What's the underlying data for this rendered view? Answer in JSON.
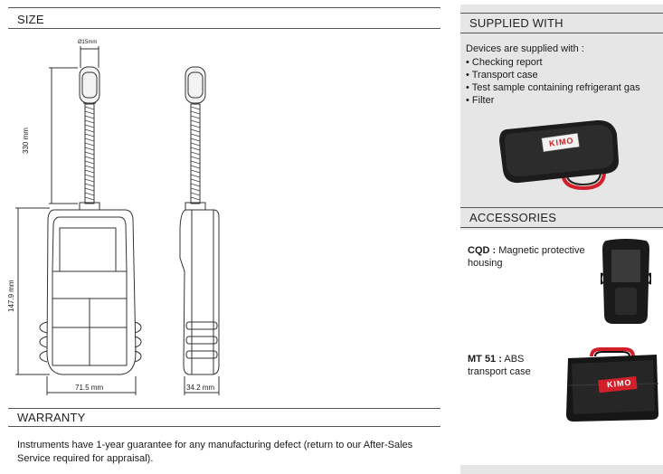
{
  "size": {
    "title": "SIZE"
  },
  "dimensions": {
    "tip_diameter": "Ø15mm",
    "probe_length": "330 mm",
    "body_height": "147.9 mm",
    "body_width": "71.5 mm",
    "body_depth": "34.2 mm"
  },
  "warranty": {
    "title": "WARRANTY",
    "text": "Instruments have 1-year guarantee for any manufacturing defect (return to our After-Sales Service required for appraisal)."
  },
  "supplied": {
    "title": "SUPPLIED WITH",
    "intro": "Devices are supplied with :",
    "items": [
      "Checking report",
      "Transport case",
      "Test sample containing refrigerant gas",
      "Filter"
    ],
    "logo": "KIMO"
  },
  "accessories": {
    "title": "ACCESSORIES",
    "items": [
      {
        "code": "CQD :",
        "desc": "Magnetic protective housing"
      },
      {
        "code": "MT 51 :",
        "desc": "ABS transport case"
      }
    ],
    "logo": "KIMO"
  }
}
